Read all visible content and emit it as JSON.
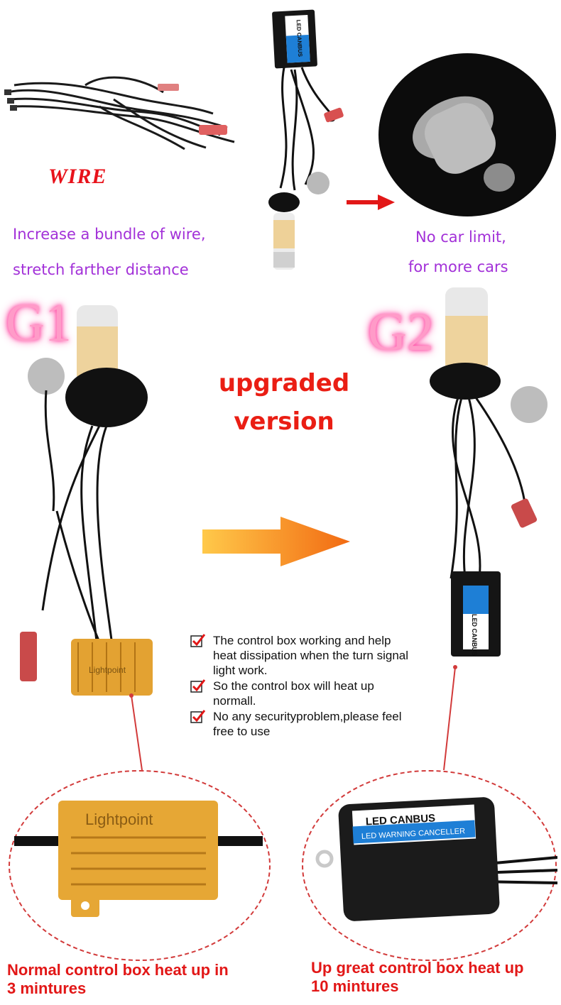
{
  "wire": {
    "title": "WIRE",
    "line1": "Increase a bundle of wire,",
    "line2": "stretch farther distance"
  },
  "car": {
    "line1": "No car limit,",
    "line2": "for more cars"
  },
  "versions": {
    "g1": "G1",
    "g2": "G2",
    "upgraded_line1": "upgraded",
    "upgraded_line2": "version"
  },
  "product_labels": {
    "canbus_top": "LED CANBUS",
    "canbus_mid": "LED CANBUS",
    "resistor": "Lightpoint",
    "resistor_zoom": "Lightpoint",
    "canbus_zoom": "LED CANBUS",
    "canbus_zoom_sub": "LED WARNING CANCELLER"
  },
  "features": [
    "The control box working and help heat dissipation when the turn signal light work.",
    "So the control box will heat up normall.",
    "No any securityproblem,please feel free to use"
  ],
  "captions": {
    "g1_heat_line1": "Normal control box heat up in",
    "g1_heat_line2": "3 mintures",
    "g2_heat_line1": "Up great control box heat up",
    "g2_heat_line2": "10 mintures"
  },
  "colors": {
    "red": "#e21717",
    "purple": "#a230d8",
    "pink": "#ff9bc8",
    "gold": "#e0a030",
    "canbus_blue": "#1e7fd6"
  }
}
